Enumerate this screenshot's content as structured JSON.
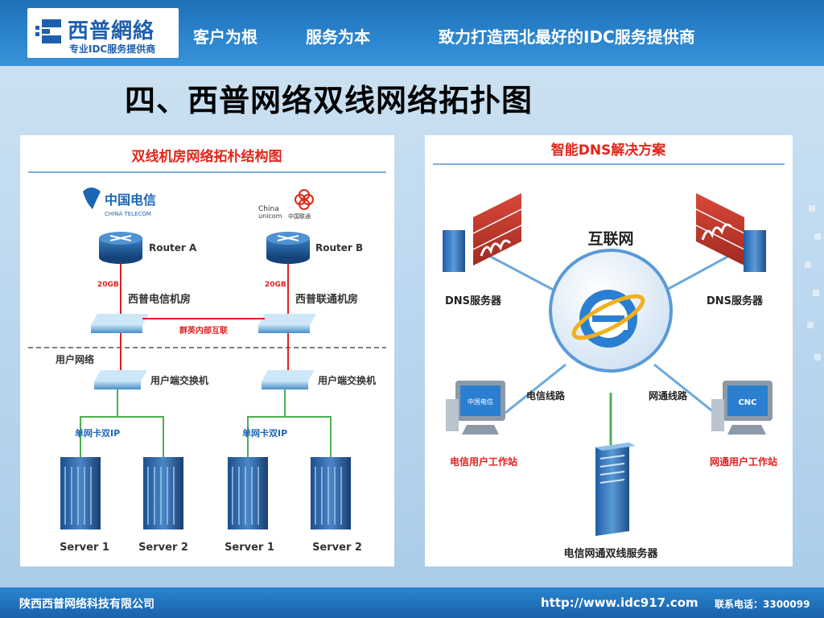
{
  "header": {
    "logo_title": "西普網絡",
    "logo_subtitle": "专业IDC服务提供商",
    "slogan_1": "客户为根",
    "slogan_2": "服务为本",
    "slogan_3": "致力打造西北最好的IDC服务提供商"
  },
  "title": "四、西普网络双线网络拓扑图",
  "left_diagram": {
    "title": "双线机房网络拓朴结构图",
    "telecom_logo_cn": "中国电信",
    "telecom_logo_en": "CHINA TELECOM",
    "unicom_logo_en1": "China",
    "unicom_logo_en2": "unicom",
    "unicom_logo_cn": "中国联通",
    "router_a": "Router A",
    "router_b": "Router B",
    "bw_a": "20GB",
    "bw_b": "20GB",
    "room_a": "西普电信机房",
    "room_b": "西普联通机房",
    "link_label": "群英内部互联",
    "user_net": "用户网络",
    "user_switch_a": "用户端交换机",
    "user_switch_b": "用户端交换机",
    "nic_a": "单网卡双IP",
    "nic_b": "单网卡双IP",
    "servers": [
      "Server 1",
      "Server 2",
      "Server 1",
      "Server 2"
    ]
  },
  "right_diagram": {
    "title": "智能DNS解决方案",
    "internet": "互联网",
    "dns_left": "DNS服务器",
    "dns_right": "DNS服务器",
    "line_telecom": "电信线路",
    "line_unicom": "网通线路",
    "ws_telecom": "电信用户工作站",
    "ws_unicom": "网通用户工作站",
    "ws_telecom_screen": "中国电信",
    "ws_unicom_screen": "CNC",
    "server_bottom": "电信网通双线服务器"
  },
  "footer": {
    "company": "陕西西普网络科技有限公司",
    "url": "http://www.idc917.com",
    "phone": "联系电话：3300099"
  },
  "colors": {
    "header_blue": "#2c86cf",
    "link_red": "#e02020",
    "nic_green": "#4caf50",
    "title_red": "#e0261a"
  }
}
